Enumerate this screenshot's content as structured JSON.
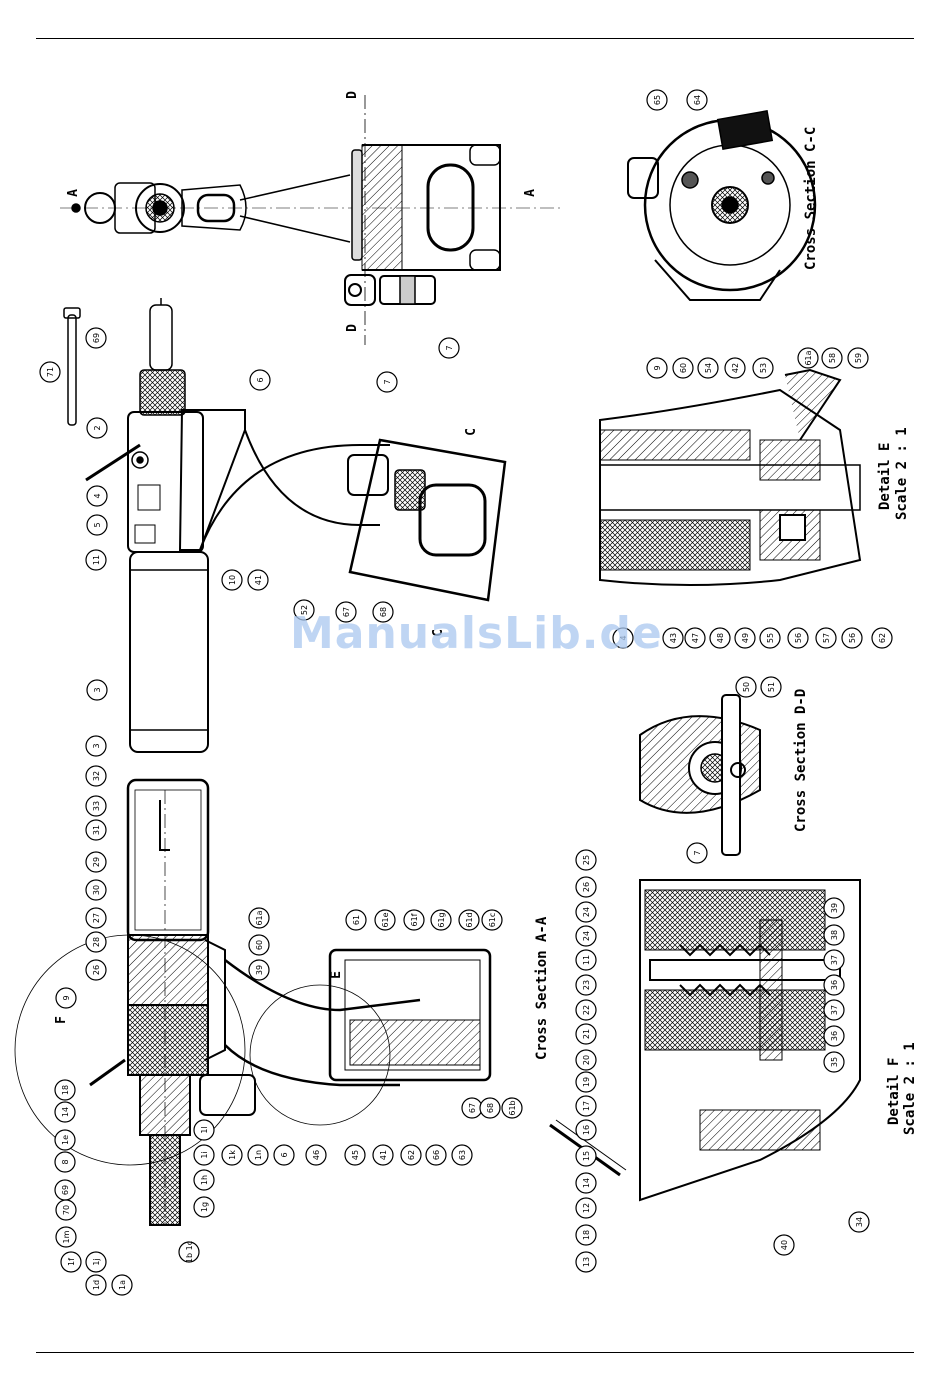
{
  "watermark": "ManualsLib.de",
  "views": {
    "section_aa": "Cross Section A-A",
    "section_cc": "Cross Section C-C",
    "section_dd": "Cross Section D-D",
    "detail_e": [
      "Detail E",
      "Scale 2 : 1"
    ],
    "detail_f": [
      "Detail F",
      "Scale 2 : 1"
    ]
  },
  "markers": {
    "a": "A",
    "c": "C",
    "d": "D",
    "e": "E",
    "f": "F"
  },
  "callouts": {
    "side_view": [
      "71",
      "69",
      "2",
      "4",
      "5",
      "11",
      "3",
      "10",
      "41",
      "6",
      "7",
      "52",
      "67",
      "68"
    ],
    "front_view": [
      "7"
    ],
    "section_aa": [
      "3",
      "32",
      "33",
      "31",
      "29",
      "30",
      "27",
      "28",
      "26",
      "9",
      "18",
      "14",
      "1e",
      "8",
      "69",
      "70",
      "1m",
      "1j",
      "1f",
      "1d",
      "1a",
      "1b 1c",
      "1g",
      "1h",
      "1i",
      "1l",
      "1k",
      "1n",
      "6",
      "46",
      "45",
      "41",
      "62",
      "66",
      "63",
      "67",
      "68",
      "61b",
      "61c",
      "61d",
      "61g",
      "61f",
      "61e",
      "61",
      "61a",
      "60",
      "39",
      "38",
      "35"
    ],
    "detail_f": [
      "25",
      "26",
      "24",
      "24",
      "11",
      "23",
      "22",
      "21",
      "20",
      "19",
      "17",
      "16",
      "15",
      "14",
      "12",
      "18",
      "13",
      "40",
      "34",
      "35",
      "36",
      "37",
      "36",
      "37",
      "38",
      "39"
    ],
    "section_dd": [
      "50",
      "51",
      "7"
    ],
    "detail_e": [
      "9",
      "60",
      "54",
      "42",
      "53",
      "61a",
      "58",
      "59",
      "62",
      "56",
      "57",
      "56",
      "55",
      "49",
      "48",
      "47",
      "43",
      "4"
    ],
    "section_cc": [
      "65",
      "64"
    ]
  }
}
